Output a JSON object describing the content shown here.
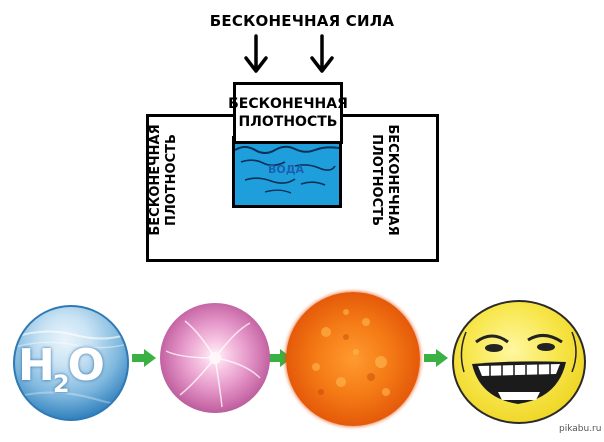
{
  "labels": {
    "force": "БЕСКОНЕЧНАЯ СИЛА",
    "piston_line1": "БЕСКОНЕЧНАЯ",
    "piston_line2": "ПЛОТНОСТЬ",
    "left_line1": "БЕСКОНЕЧНАЯ",
    "left_line2": "ПЛОТНОСТЬ",
    "right_line1": "БЕСКОНЕЧНАЯ",
    "right_line2": "ПЛОТНОСТЬ",
    "water": "ВОДА"
  },
  "sequence": {
    "h2o_main": "H",
    "h2o_sub": "2",
    "h2o_end": "O"
  },
  "watermark": "pikabu.ru",
  "icons": [
    "arrow-down-icon",
    "arrow-right-icon",
    "water-sphere",
    "plasma-sphere",
    "sun-sphere",
    "troll-face"
  ],
  "colors": {
    "water": "#1e9fdc",
    "arrow_green": "#3bb143",
    "sun": "#f47a15",
    "plasma": "#e79ccc",
    "troll": "#f7e64a"
  }
}
